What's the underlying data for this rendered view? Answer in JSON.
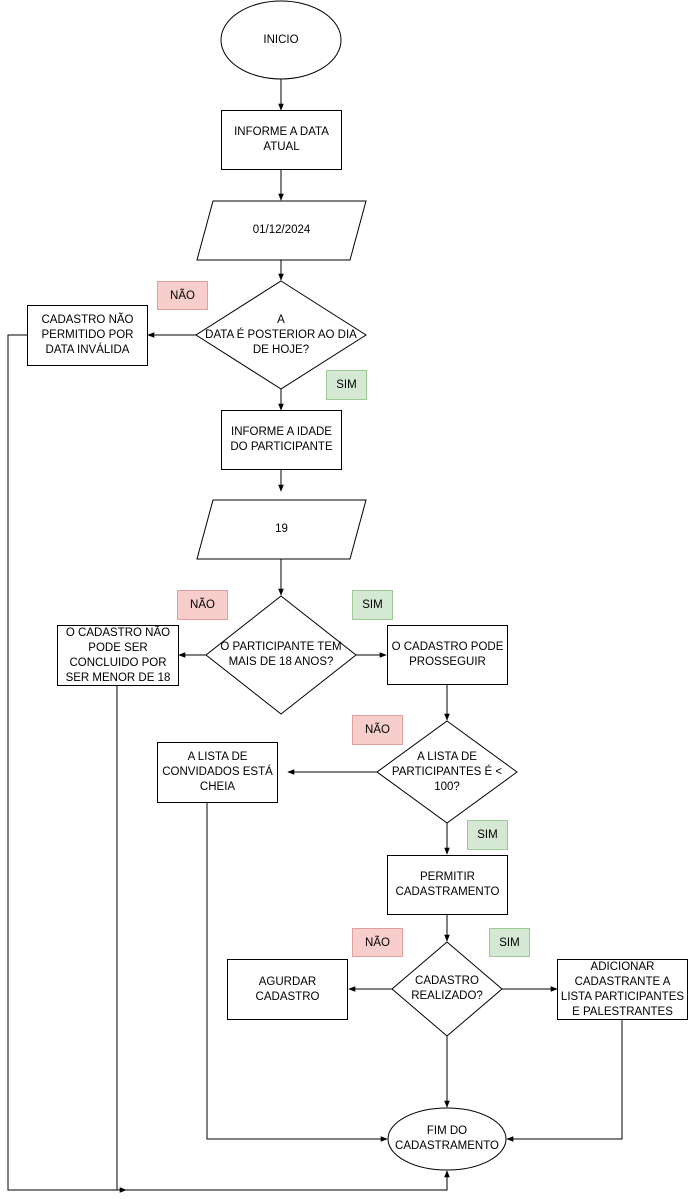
{
  "nodes": {
    "start": "INICIO",
    "ask_date": "INFORME A DATA\nATUAL",
    "date_input": "01/12/2024",
    "date_check": "A\nDATA É POSTERIOR AO DIA\nDE HOJE?",
    "date_invalid": "CADASTRO NÃO\nPERMITIDO POR\nDATA INVÁLIDA",
    "ask_age": "INFORME A IDADE\nDO PARTICIPANTE",
    "age_input": "19",
    "age_check": "O PARTICIPANTE TEM\nMAIS DE 18 ANOS?",
    "age_denied": "O CADASTRO NÃO\nPODE SER\nCONCLUIDO POR\nSER MENOR DE 18",
    "proceed": "O CADASTRO PODE\nPROSSEGUIR",
    "list_check": "A LISTA DE\nPARTICIPANTES É <\n100?",
    "list_full": "A LISTA DE\nCONVIDADOS ESTÁ\nCHEIA",
    "allow": "PERMITIR\nCADASTRAMENTO",
    "done_check": "CADASTRO\nREALIZADO?",
    "wait": "AGURDAR\nCADASTRO",
    "add": "ADICIONAR\nCADASTRANTE A\nLISTA PARTICIPANTES\nE PALESTRANTES",
    "end": "FIM DO\nCADASTRAMENTO"
  },
  "badges": {
    "date_no": "NÃO",
    "date_yes": "SIM",
    "age_no": "NÃO",
    "age_yes": "SIM",
    "list_no": "NÃO",
    "list_yes": "SIM",
    "done_no": "NÃO",
    "done_yes": "SIM"
  },
  "colors": {
    "no_fill": "#f8cecc",
    "yes_fill": "#d5e8d4",
    "stroke": "#000000"
  }
}
